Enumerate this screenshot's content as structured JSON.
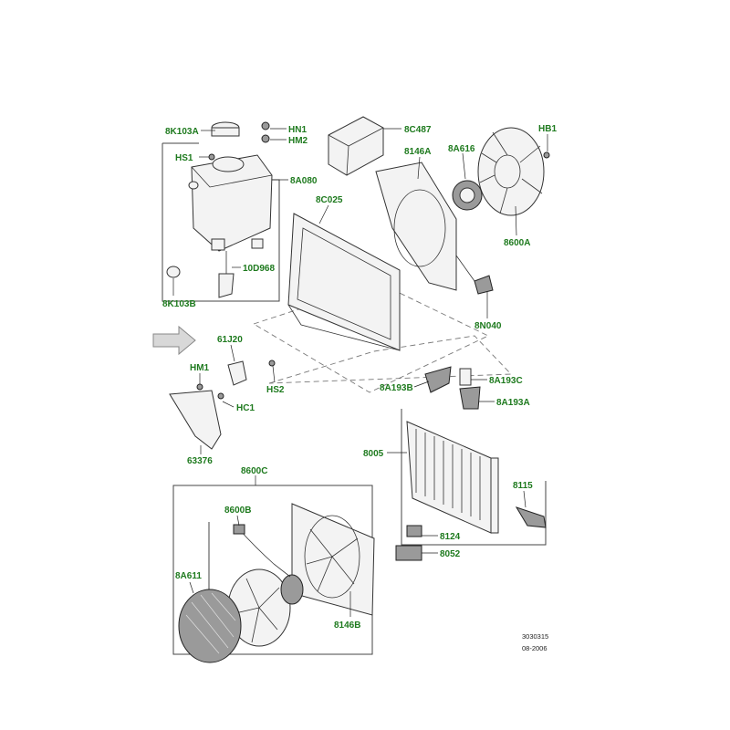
{
  "diagram": {
    "labels": {
      "p_8K103A": "8K103A",
      "p_HN1": "HN1",
      "p_HM2": "HM2",
      "p_8C487": "8C487",
      "p_HB1": "HB1",
      "p_HS1": "HS1",
      "p_8146A": "8146A",
      "p_8A616": "8A616",
      "p_8A080": "8A080",
      "p_8C025": "8C025",
      "p_10D968": "10D968",
      "p_8600A": "8600A",
      "p_8K103B": "8K103B",
      "p_8N040": "8N040",
      "p_61J20": "61J20",
      "p_HM1": "HM1",
      "p_HS2": "HS2",
      "p_8A193C": "8A193C",
      "p_8A193B": "8A193B",
      "p_HC1": "HC1",
      "p_8A193A": "8A193A",
      "p_63376": "63376",
      "p_8005": "8005",
      "p_8600C": "8600C",
      "p_8115": "8115",
      "p_8600B": "8600B",
      "p_8124": "8124",
      "p_8052": "8052",
      "p_8A611": "8A611",
      "p_8146B": "8146B"
    },
    "drawing_number": "3030315",
    "drawing_date": "08-2006",
    "colors": {
      "callout_text": "#1e7a1e",
      "line_art": "#333333",
      "arrow_fill": "#d8d8d8"
    }
  }
}
